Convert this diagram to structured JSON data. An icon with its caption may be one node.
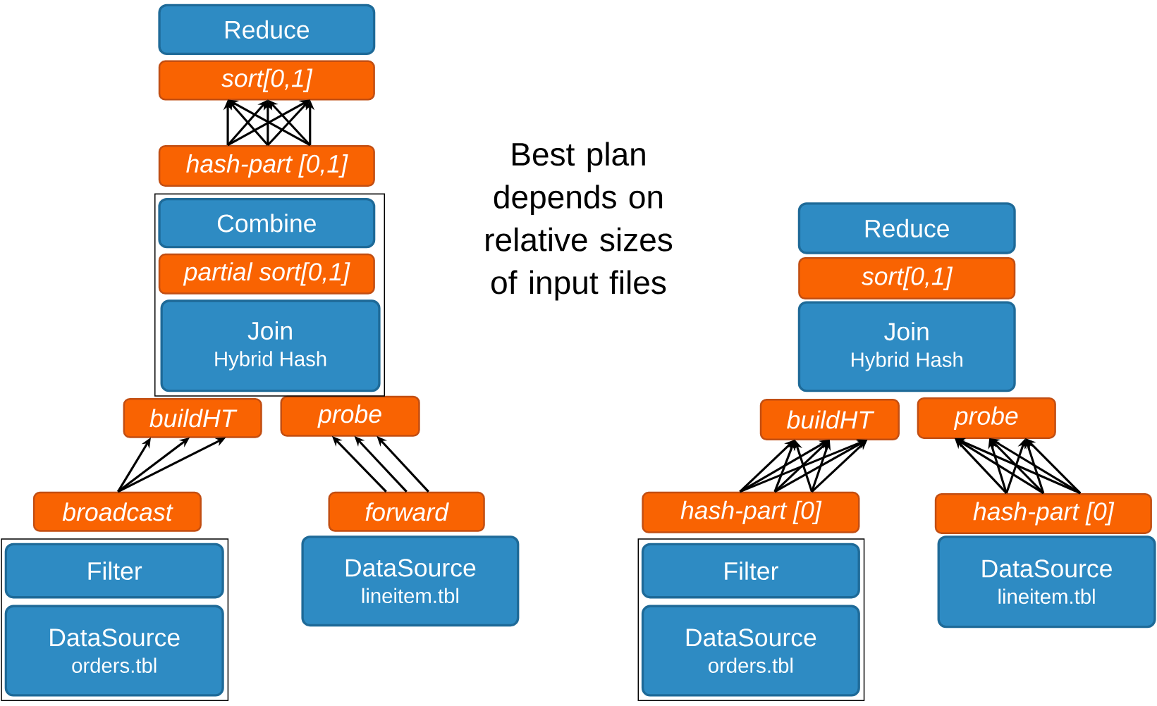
{
  "diagram": {
    "nodes": [
      {
        "text": [
          "Reduce"
        ]
      },
      {
        "text": [
          "sort[0,1]"
        ]
      },
      {
        "text": [
          "hash-part [0,1]"
        ]
      },
      {
        "text": [],
        "shape": "box"
      },
      {
        "text": [
          "Combine"
        ],
        "in": 3
      },
      {
        "text": [
          "partial sort[0,1]"
        ],
        "in": 3
      },
      {
        "text": [
          "Join",
          "Hybrid Hash"
        ],
        "in": 3
      },
      {
        "text": [
          "buildHT"
        ]
      },
      {
        "text": [
          "probe"
        ]
      },
      {
        "text": [
          "broadcast"
        ]
      },
      {
        "text": [
          "forward"
        ]
      },
      {
        "text": [],
        "shape": "box"
      },
      {
        "text": [
          "Filter"
        ],
        "in": 11
      },
      {
        "text": [
          "DataSource",
          "orders.tbl"
        ],
        "in": 11
      },
      {
        "text": [
          "DataSource",
          "lineitem.tbl"
        ]
      },
      {
        "text": [
          "Reduce"
        ]
      },
      {
        "text": [
          "sort[0,1]"
        ]
      },
      {
        "text": [
          "Join",
          "Hybrid Hash"
        ]
      },
      {
        "text": [
          "buildHT"
        ]
      },
      {
        "text": [
          "probe"
        ]
      },
      {
        "text": [
          "hash-part [0]"
        ]
      },
      {
        "text": [
          "hash-part [0]"
        ]
      },
      {
        "text": [],
        "shape": "box"
      },
      {
        "text": [
          "Filter"
        ],
        "in": 22
      },
      {
        "text": [
          "DataSource",
          "orders.tbl"
        ],
        "in": 22
      },
      {
        "text": [
          "DataSource",
          "lineitem.tbl"
        ]
      }
    ],
    "edges": [
      {
        "from": 2,
        "to": 1,
        "arrow": "to"
      },
      {
        "from": 2,
        "to": 1,
        "arrow": "to"
      },
      {
        "from": 2,
        "to": 1,
        "arrow": "to"
      },
      {
        "from": 2,
        "to": 1,
        "arrow": "to"
      },
      {
        "from": 2,
        "to": 1,
        "arrow": "to"
      },
      {
        "from": 2,
        "to": 1,
        "arrow": "to"
      },
      {
        "from": 2,
        "to": 1,
        "arrow": "to"
      },
      {
        "from": 2,
        "to": 1,
        "arrow": "to"
      },
      {
        "from": 2,
        "to": 1,
        "arrow": "to"
      },
      {
        "from": 9,
        "to": 7,
        "arrow": "to"
      },
      {
        "from": 9,
        "to": 7,
        "arrow": "to"
      },
      {
        "from": 9,
        "to": 7,
        "arrow": "to"
      },
      {
        "from": 10,
        "to": 8,
        "arrow": "to"
      },
      {
        "from": 10,
        "to": 8,
        "arrow": "to"
      },
      {
        "from": 10,
        "to": 8,
        "arrow": "to"
      },
      {
        "from": 20,
        "to": 18,
        "arrow": "to"
      },
      {
        "from": 20,
        "to": 18,
        "arrow": "to"
      },
      {
        "from": 20,
        "to": 18,
        "arrow": "to"
      },
      {
        "from": 20,
        "to": 18,
        "arrow": "to"
      },
      {
        "from": 20,
        "to": 18,
        "arrow": "to"
      },
      {
        "from": 20,
        "to": 18,
        "arrow": "to"
      },
      {
        "from": 20,
        "to": 18,
        "arrow": "to"
      },
      {
        "from": 20,
        "to": 18,
        "arrow": "to"
      },
      {
        "from": 20,
        "to": 18,
        "arrow": "to"
      },
      {
        "from": 21,
        "to": 19,
        "arrow": "to"
      },
      {
        "from": 21,
        "to": 19,
        "arrow": "to"
      },
      {
        "from": 21,
        "to": 19,
        "arrow": "to"
      },
      {
        "from": 21,
        "to": 19,
        "arrow": "to"
      },
      {
        "from": 21,
        "to": 19,
        "arrow": "to"
      },
      {
        "from": 21,
        "to": 19,
        "arrow": "to"
      },
      {
        "from": 21,
        "to": 19,
        "arrow": "to"
      },
      {
        "from": 21,
        "to": 19,
        "arrow": "to"
      },
      {
        "from": 21,
        "to": 19,
        "arrow": "to"
      }
    ],
    "labels": [
      "Best plan depends on relative sizes of input files"
    ]
  }
}
